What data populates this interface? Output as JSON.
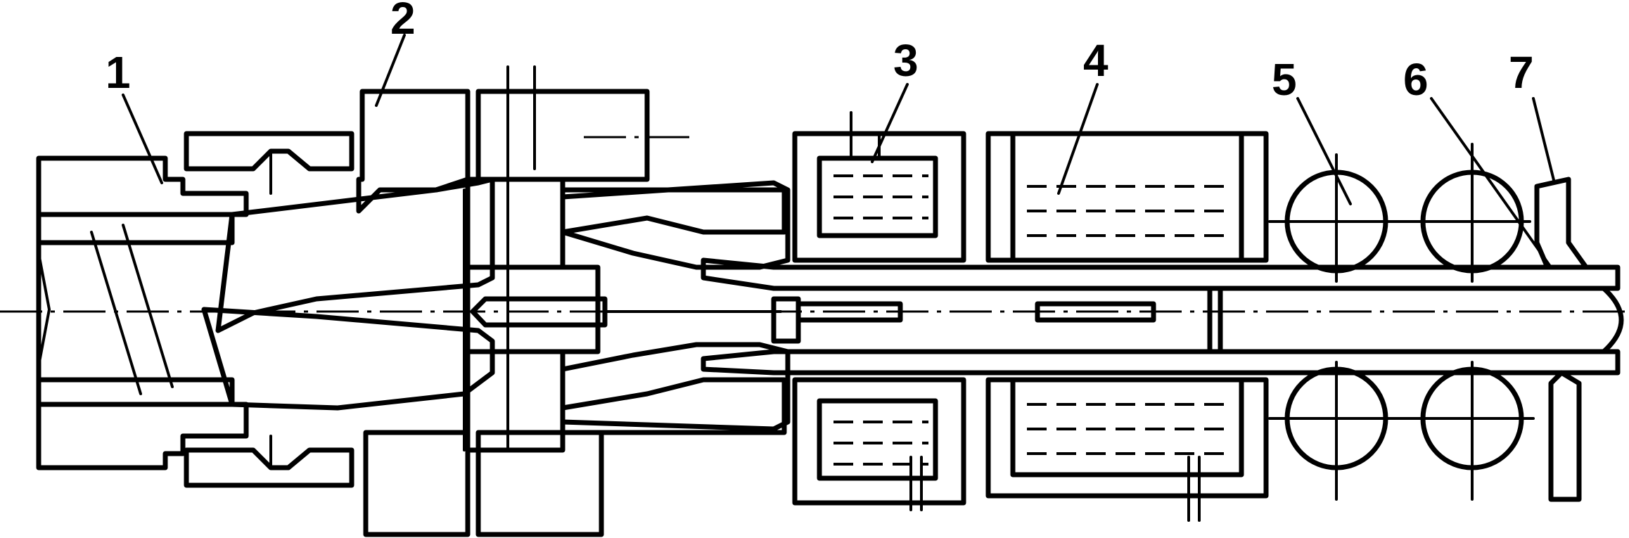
{
  "diagram": {
    "labels": {
      "l1": "1",
      "l2": "2",
      "l3": "3",
      "l4": "4",
      "l5": "5",
      "l6": "6",
      "l7": "7"
    }
  }
}
